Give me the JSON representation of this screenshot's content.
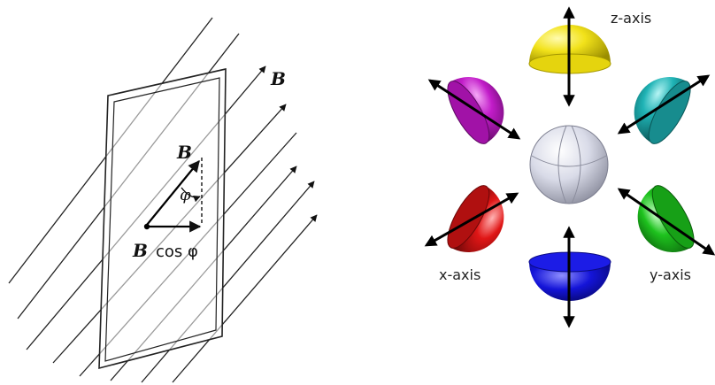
{
  "flux_diagram": {
    "field_label_top": "B",
    "field_label_inner": "B",
    "angle_label": "φ",
    "projection_label_b": "B",
    "projection_label_cos": "cos φ"
  },
  "axes_diagram": {
    "z_axis_label": "z-axis",
    "x_axis_label": "x-axis",
    "y_axis_label": "y-axis",
    "colors": {
      "top": "#f2e21a",
      "upper_left": "#c21cc9",
      "upper_right": "#1fb3b5",
      "lower_left": "#e01616",
      "lower_right": "#1ec21e",
      "bottom": "#1414d8",
      "center": "#d9dbe8"
    }
  }
}
